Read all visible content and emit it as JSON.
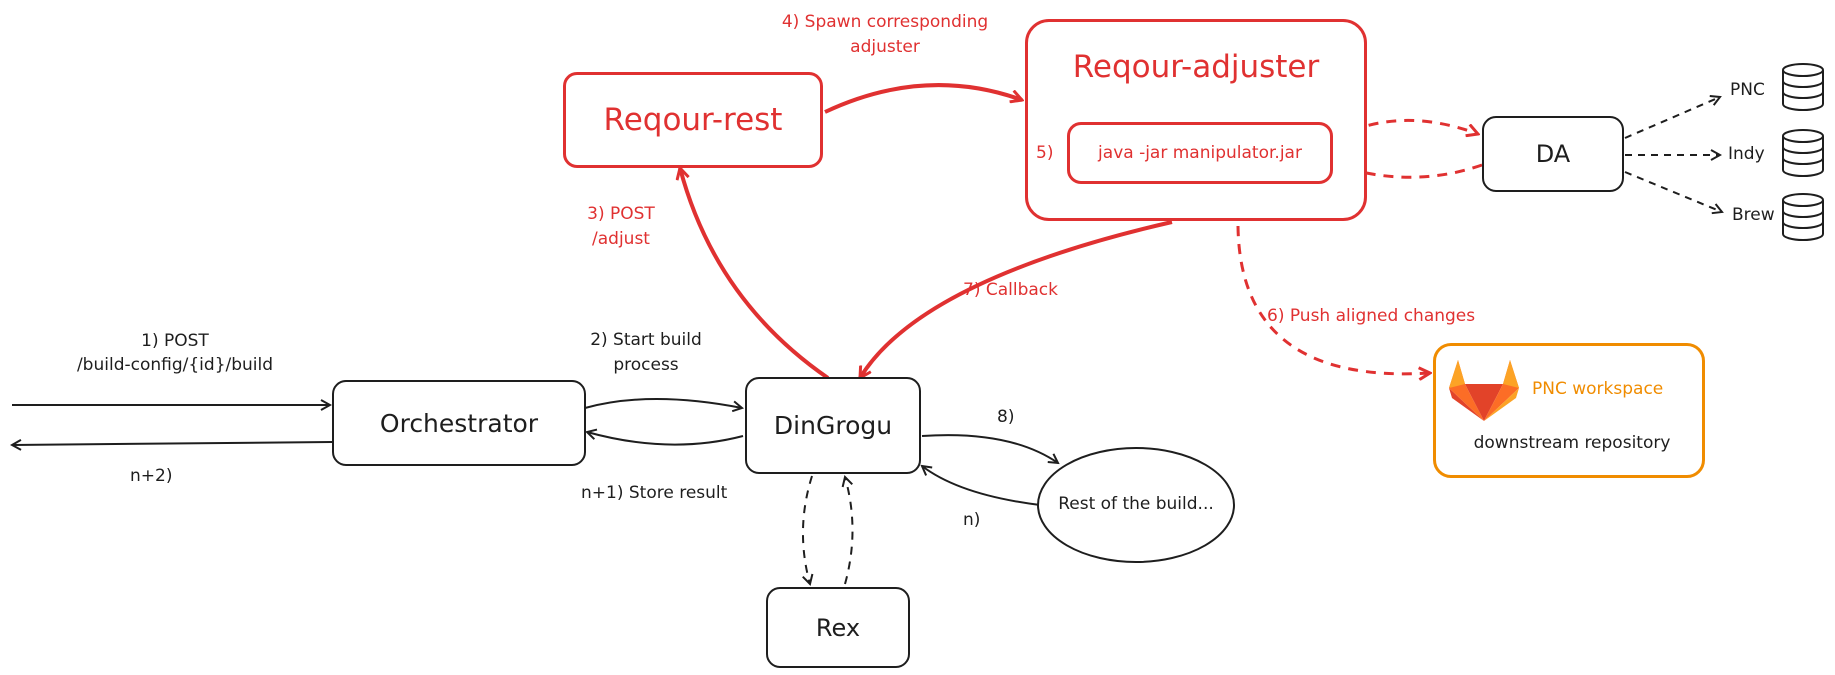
{
  "nodes": {
    "orchestrator": "Orchestrator",
    "dingrogu": "DinGrogu",
    "rex": "Rex",
    "reqour_rest": "Reqour-rest",
    "reqour_adjuster": "Reqour-adjuster",
    "manipulator": "java -jar manipulator.jar",
    "da": "DA",
    "rest_of_build": "Rest of the build...",
    "workspace_title": "PNC workspace",
    "workspace_repo": "downstream repository"
  },
  "storages": [
    "PNC",
    "Indy",
    "Brew"
  ],
  "edges": {
    "step1_line1": "1) POST",
    "step1_line2": "/build-config/{id}/build",
    "step_n2": "n+2)",
    "step2_line1": "2) Start build",
    "step2_line2": "process",
    "step_n1": "n+1) Store result",
    "step3_line1": "3) POST",
    "step3_line2": "/adjust",
    "step4_line1": "4) Spawn corresponding",
    "step4_line2": "adjuster",
    "step5": "5)",
    "step6": "6) Push aligned changes",
    "step7": "7) Callback",
    "step8": "8)",
    "step_n": "n)"
  },
  "colors": {
    "red": "#e03131",
    "black": "#1e1e1e",
    "orange": "#f08c00"
  }
}
